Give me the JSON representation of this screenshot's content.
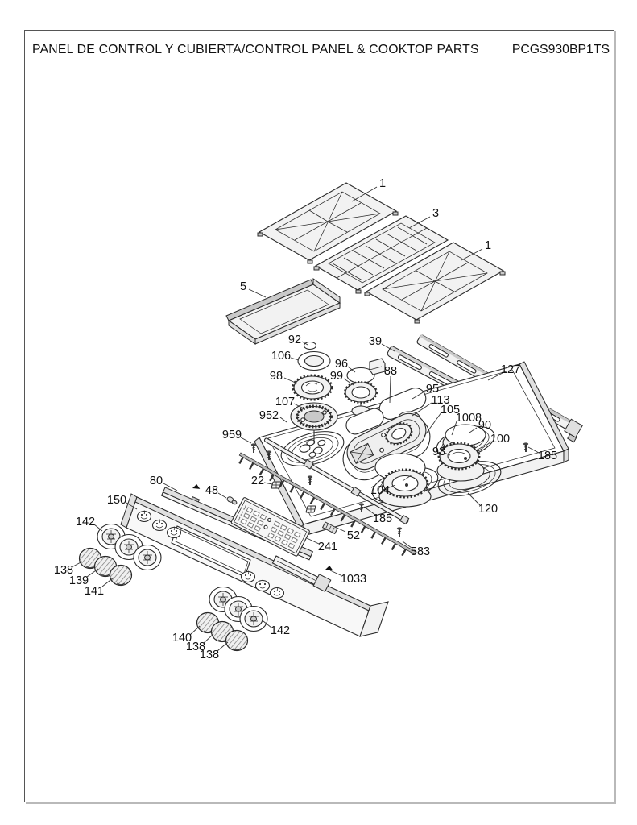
{
  "header": {
    "title": "PANEL DE CONTROL Y CUBIERTA/CONTROL PANEL & COOKTOP PARTS",
    "model": "PCGS930BP1TS"
  },
  "diagram": {
    "callouts": [
      {
        "text": "1"
      },
      {
        "text": "3"
      },
      {
        "text": "1"
      },
      {
        "text": "5"
      },
      {
        "text": "92"
      },
      {
        "text": "106"
      },
      {
        "text": "96"
      },
      {
        "text": "39"
      },
      {
        "text": "98"
      },
      {
        "text": "99"
      },
      {
        "text": "88"
      },
      {
        "text": "127"
      },
      {
        "text": "95"
      },
      {
        "text": "107"
      },
      {
        "text": "113"
      },
      {
        "text": "952"
      },
      {
        "text": "105"
      },
      {
        "text": "1008"
      },
      {
        "text": "90"
      },
      {
        "text": "959"
      },
      {
        "text": "100"
      },
      {
        "text": "93"
      },
      {
        "text": "185"
      },
      {
        "text": "80"
      },
      {
        "text": "48"
      },
      {
        "text": "22"
      },
      {
        "text": "150"
      },
      {
        "text": "142"
      },
      {
        "text": "104"
      },
      {
        "text": "120"
      },
      {
        "text": "185"
      },
      {
        "text": "138"
      },
      {
        "text": "139"
      },
      {
        "text": "52"
      },
      {
        "text": "241"
      },
      {
        "text": "141"
      },
      {
        "text": "583"
      },
      {
        "text": "1033"
      },
      {
        "text": "142"
      },
      {
        "text": "140"
      },
      {
        "text": "138"
      },
      {
        "text": "138"
      }
    ]
  },
  "colors": {
    "line": "#2a2a2a",
    "label": "#111111",
    "paper": "#ffffff",
    "border": "#555555",
    "fill_light": "#f2f2f2",
    "fill_mid": "#e0e0e0",
    "fill_dark": "#c9c9c9"
  }
}
